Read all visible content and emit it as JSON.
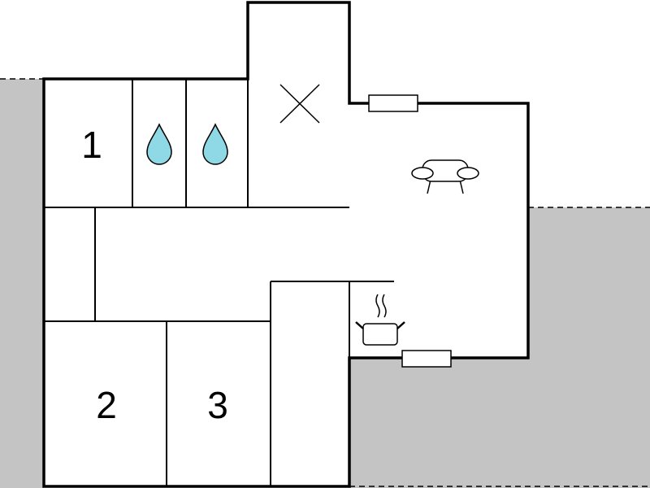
{
  "floorplan": {
    "rooms": [
      {
        "id": "bedroom-1",
        "label": "1"
      },
      {
        "id": "bedroom-2",
        "label": "2"
      },
      {
        "id": "bedroom-3",
        "label": "3"
      }
    ],
    "icons": [
      {
        "name": "water-drop-icon"
      },
      {
        "name": "water-drop-icon"
      },
      {
        "name": "cross-icon"
      },
      {
        "name": "sofa-icon"
      },
      {
        "name": "cooking-pot-icon"
      }
    ],
    "colors": {
      "terrace": "#c4c4c4",
      "wall": "#000000",
      "water": "#8fd8e6",
      "background": "#ffffff"
    }
  }
}
